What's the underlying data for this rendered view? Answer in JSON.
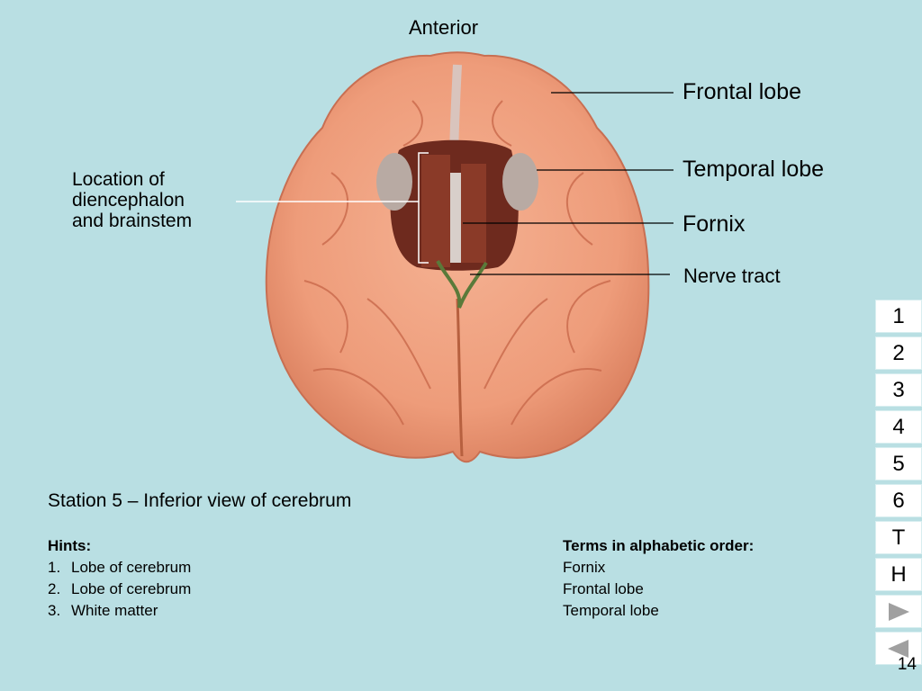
{
  "orientation_label": "Anterior",
  "labels": {
    "frontal": "Frontal lobe",
    "temporal": "Temporal lobe",
    "fornix": "Fornix",
    "nerve_tract": "Nerve tract",
    "location_lines": [
      "Location of",
      "diencephalon",
      "and brainstem"
    ]
  },
  "station_title": "Station 5 – Inferior view of cerebrum",
  "hints": {
    "heading": "Hints:",
    "items": [
      {
        "num": "1.",
        "text": "Lobe of cerebrum"
      },
      {
        "num": "2.",
        "text": "Lobe of cerebrum"
      },
      {
        "num": "3.",
        "text": "White matter"
      }
    ]
  },
  "terms": {
    "heading": "Terms in alphabetic order:",
    "items": [
      "Fornix",
      "Frontal lobe",
      "Temporal lobe"
    ]
  },
  "nav": {
    "buttons": [
      "1",
      "2",
      "3",
      "4",
      "5",
      "6",
      "T",
      "H"
    ],
    "next_icon": "play-right-icon",
    "prev_icon": "play-left-icon"
  },
  "page_number": "14",
  "colors": {
    "background": "#b9dfe3",
    "brain": "#f0a07f",
    "nav_arrow": "#a0a0a0"
  }
}
